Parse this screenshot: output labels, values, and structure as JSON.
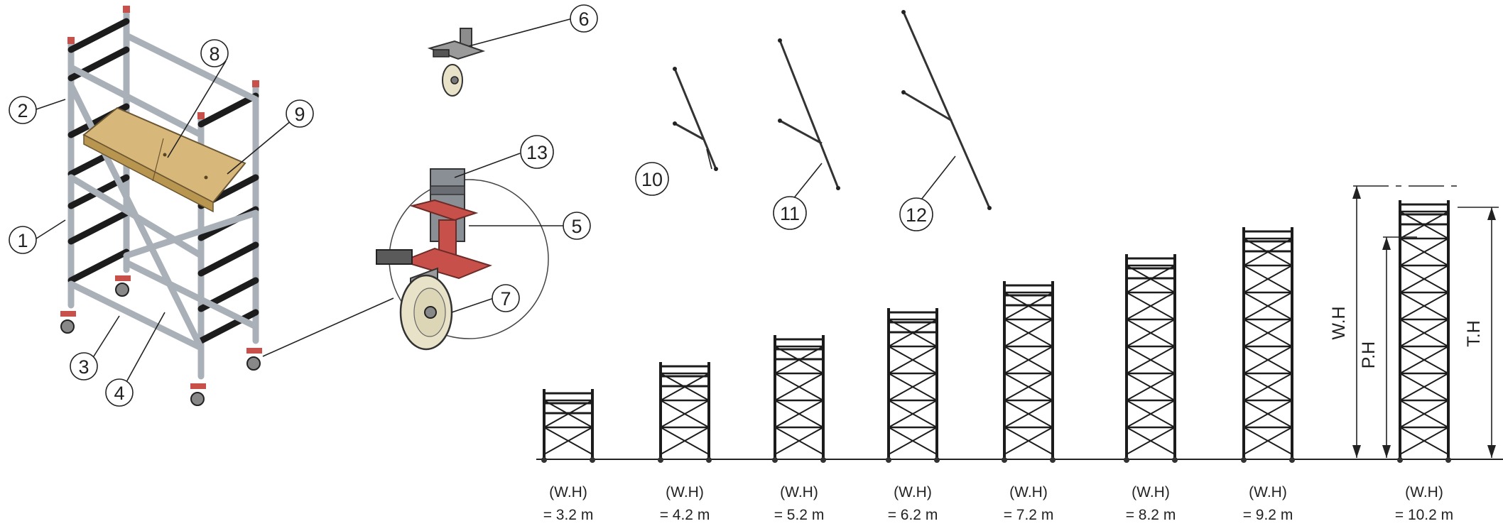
{
  "callouts": [
    "1",
    "2",
    "3",
    "4",
    "5",
    "6",
    "7",
    "8",
    "9",
    "10",
    "11",
    "12",
    "13"
  ],
  "towers": [
    {
      "caption_top": "(W.H)",
      "caption_bottom": "= 3.2 m",
      "levels": 2
    },
    {
      "caption_top": "(W.H)",
      "caption_bottom": "= 4.2 m",
      "levels": 3
    },
    {
      "caption_top": "(W.H)",
      "caption_bottom": "= 5.2 m",
      "levels": 4
    },
    {
      "caption_top": "(W.H)",
      "caption_bottom": "= 6.2 m",
      "levels": 5
    },
    {
      "caption_top": "(W.H)",
      "caption_bottom": "= 7.2 m",
      "levels": 6
    },
    {
      "caption_top": "(W.H)",
      "caption_bottom": "= 8.2 m",
      "levels": 7
    },
    {
      "caption_top": "(W.H)",
      "caption_bottom": "= 9.2 m",
      "levels": 8
    },
    {
      "caption_top": "(W.H)",
      "caption_bottom": "= 10.2 m",
      "levels": 9
    }
  ],
  "dimensions": {
    "wh": "W.H",
    "ph": "P.H",
    "th": "T.H"
  },
  "colors": {
    "line": "#222222",
    "platform": "#d8b77a",
    "caster_red": "#c8504a",
    "wheel": "#e8e2c8"
  }
}
